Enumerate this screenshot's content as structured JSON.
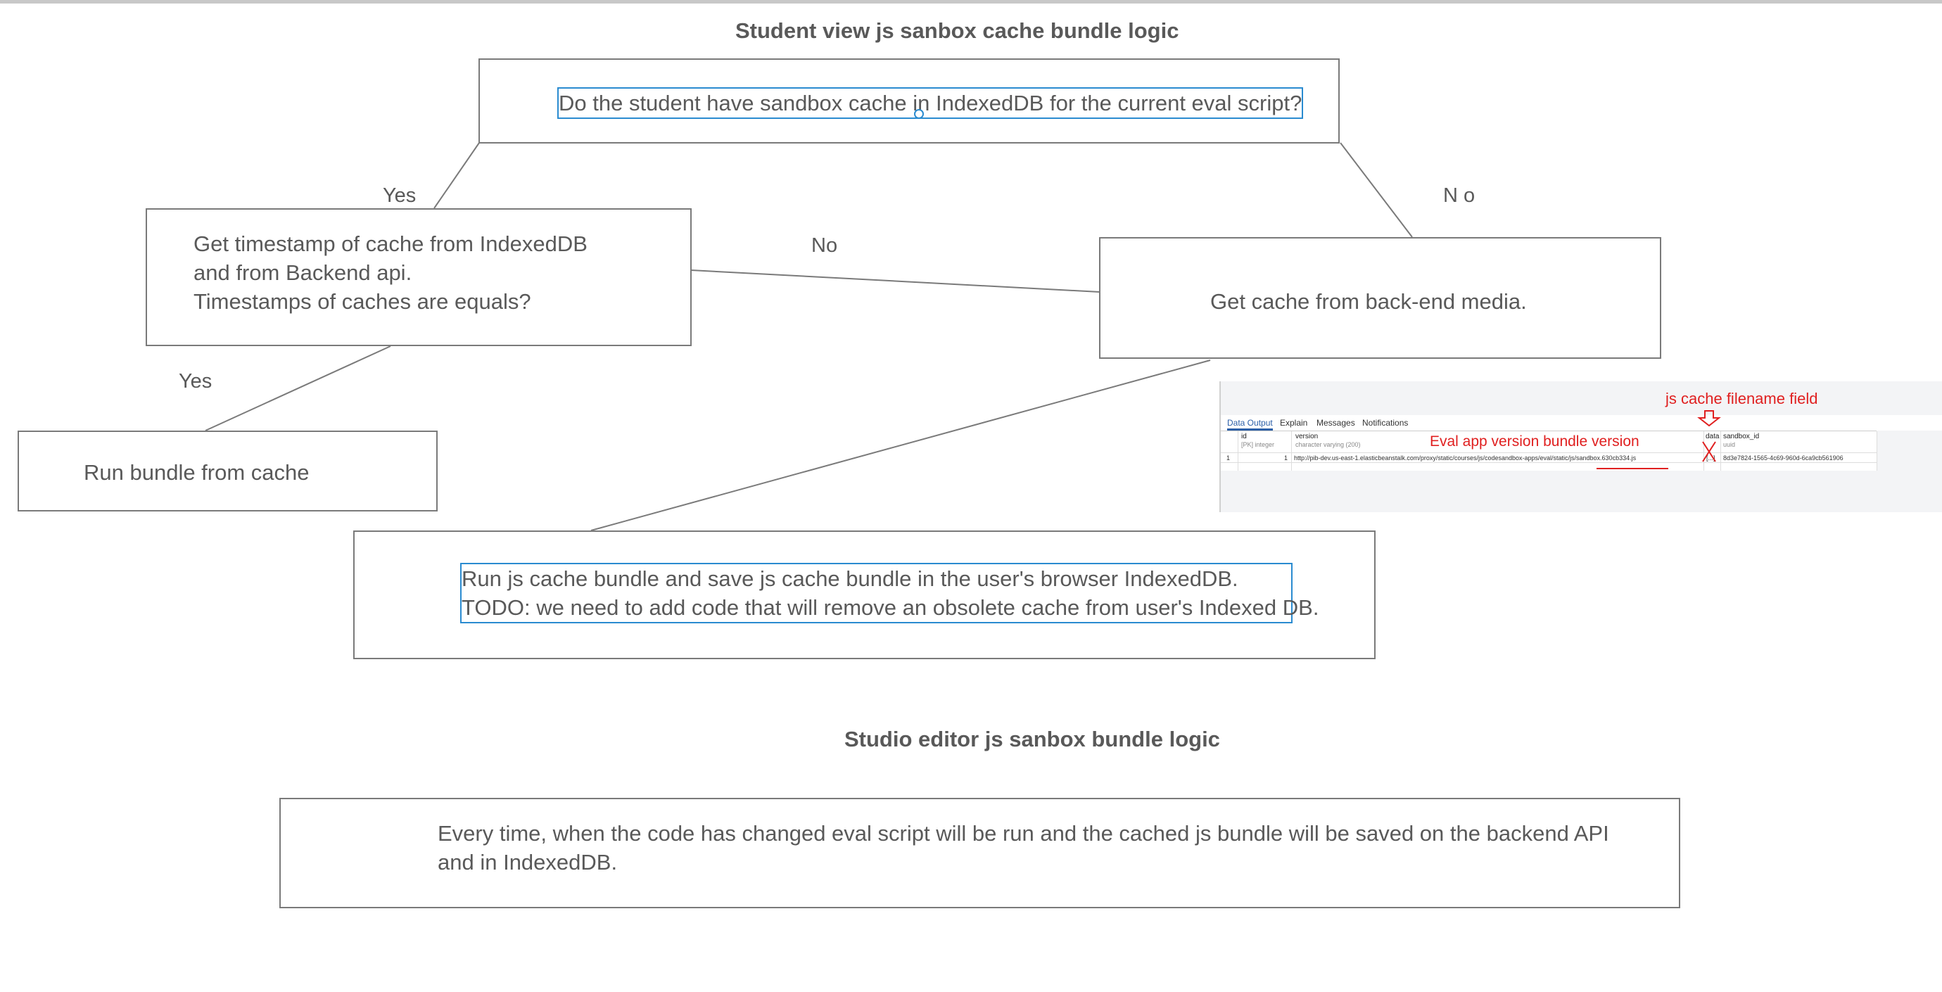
{
  "student_title": "Student view js sanbox cache bundle logic",
  "nodes": {
    "question": "Do the student have sandbox cache in IndexedDB for the current eval script?",
    "timestamp_lines": [
      "Get timestamp of cache from IndexedDB",
      "and from Backend api.",
      "Timestamps of caches are equals?"
    ],
    "get_cache": "Get cache from back-end media.",
    "run_from_cache": "Run bundle from cache",
    "save_lines": [
      "Run js cache bundle and save js cache bundle in the user's browser IndexedDB.",
      "TODO: we need to add code that will remove an obsolete cache from user's Indexed DB."
    ]
  },
  "edge_labels": {
    "yes_top": "Yes",
    "no_right": "N o",
    "no_middle": "No",
    "yes_bottom": "Yes"
  },
  "db_screenshot": {
    "tabs": [
      "Data Output",
      "Explain",
      "Messages",
      "Notifications"
    ],
    "columns": [
      {
        "name": "id",
        "type": "[PK] integer"
      },
      {
        "name": "version",
        "type": "character varying (200)"
      },
      {
        "name": "data",
        "type": ""
      },
      {
        "name": "sandbox_id",
        "type": "uuid"
      }
    ],
    "row": {
      "row_num": "1",
      "id": "1",
      "version": "http://pib-dev.us-east-1.elasticbeanstalk.com/proxy/static/courses/js/codesandbox-apps/eval/static/js/sandbox.630cb334.js",
      "data": "[...]",
      "sandbox_id": "8d3e7824-1565-4c69-960d-6ca9cb561906"
    },
    "annotation_filename": "js cache filename field",
    "annotation_version": "Eval app version bundle version",
    "annotation_color": "#e02020"
  },
  "studio_title": "Studio editor js sanbox bundle logic",
  "studio_lines": [
    "Every time, when the code has changed eval script will be run and the cached js bundle will be saved on the backend API",
    "and in IndexedDB."
  ],
  "colors": {
    "text": "#595959",
    "border": "#7a7a7a",
    "selection": "#2a8bd0"
  }
}
